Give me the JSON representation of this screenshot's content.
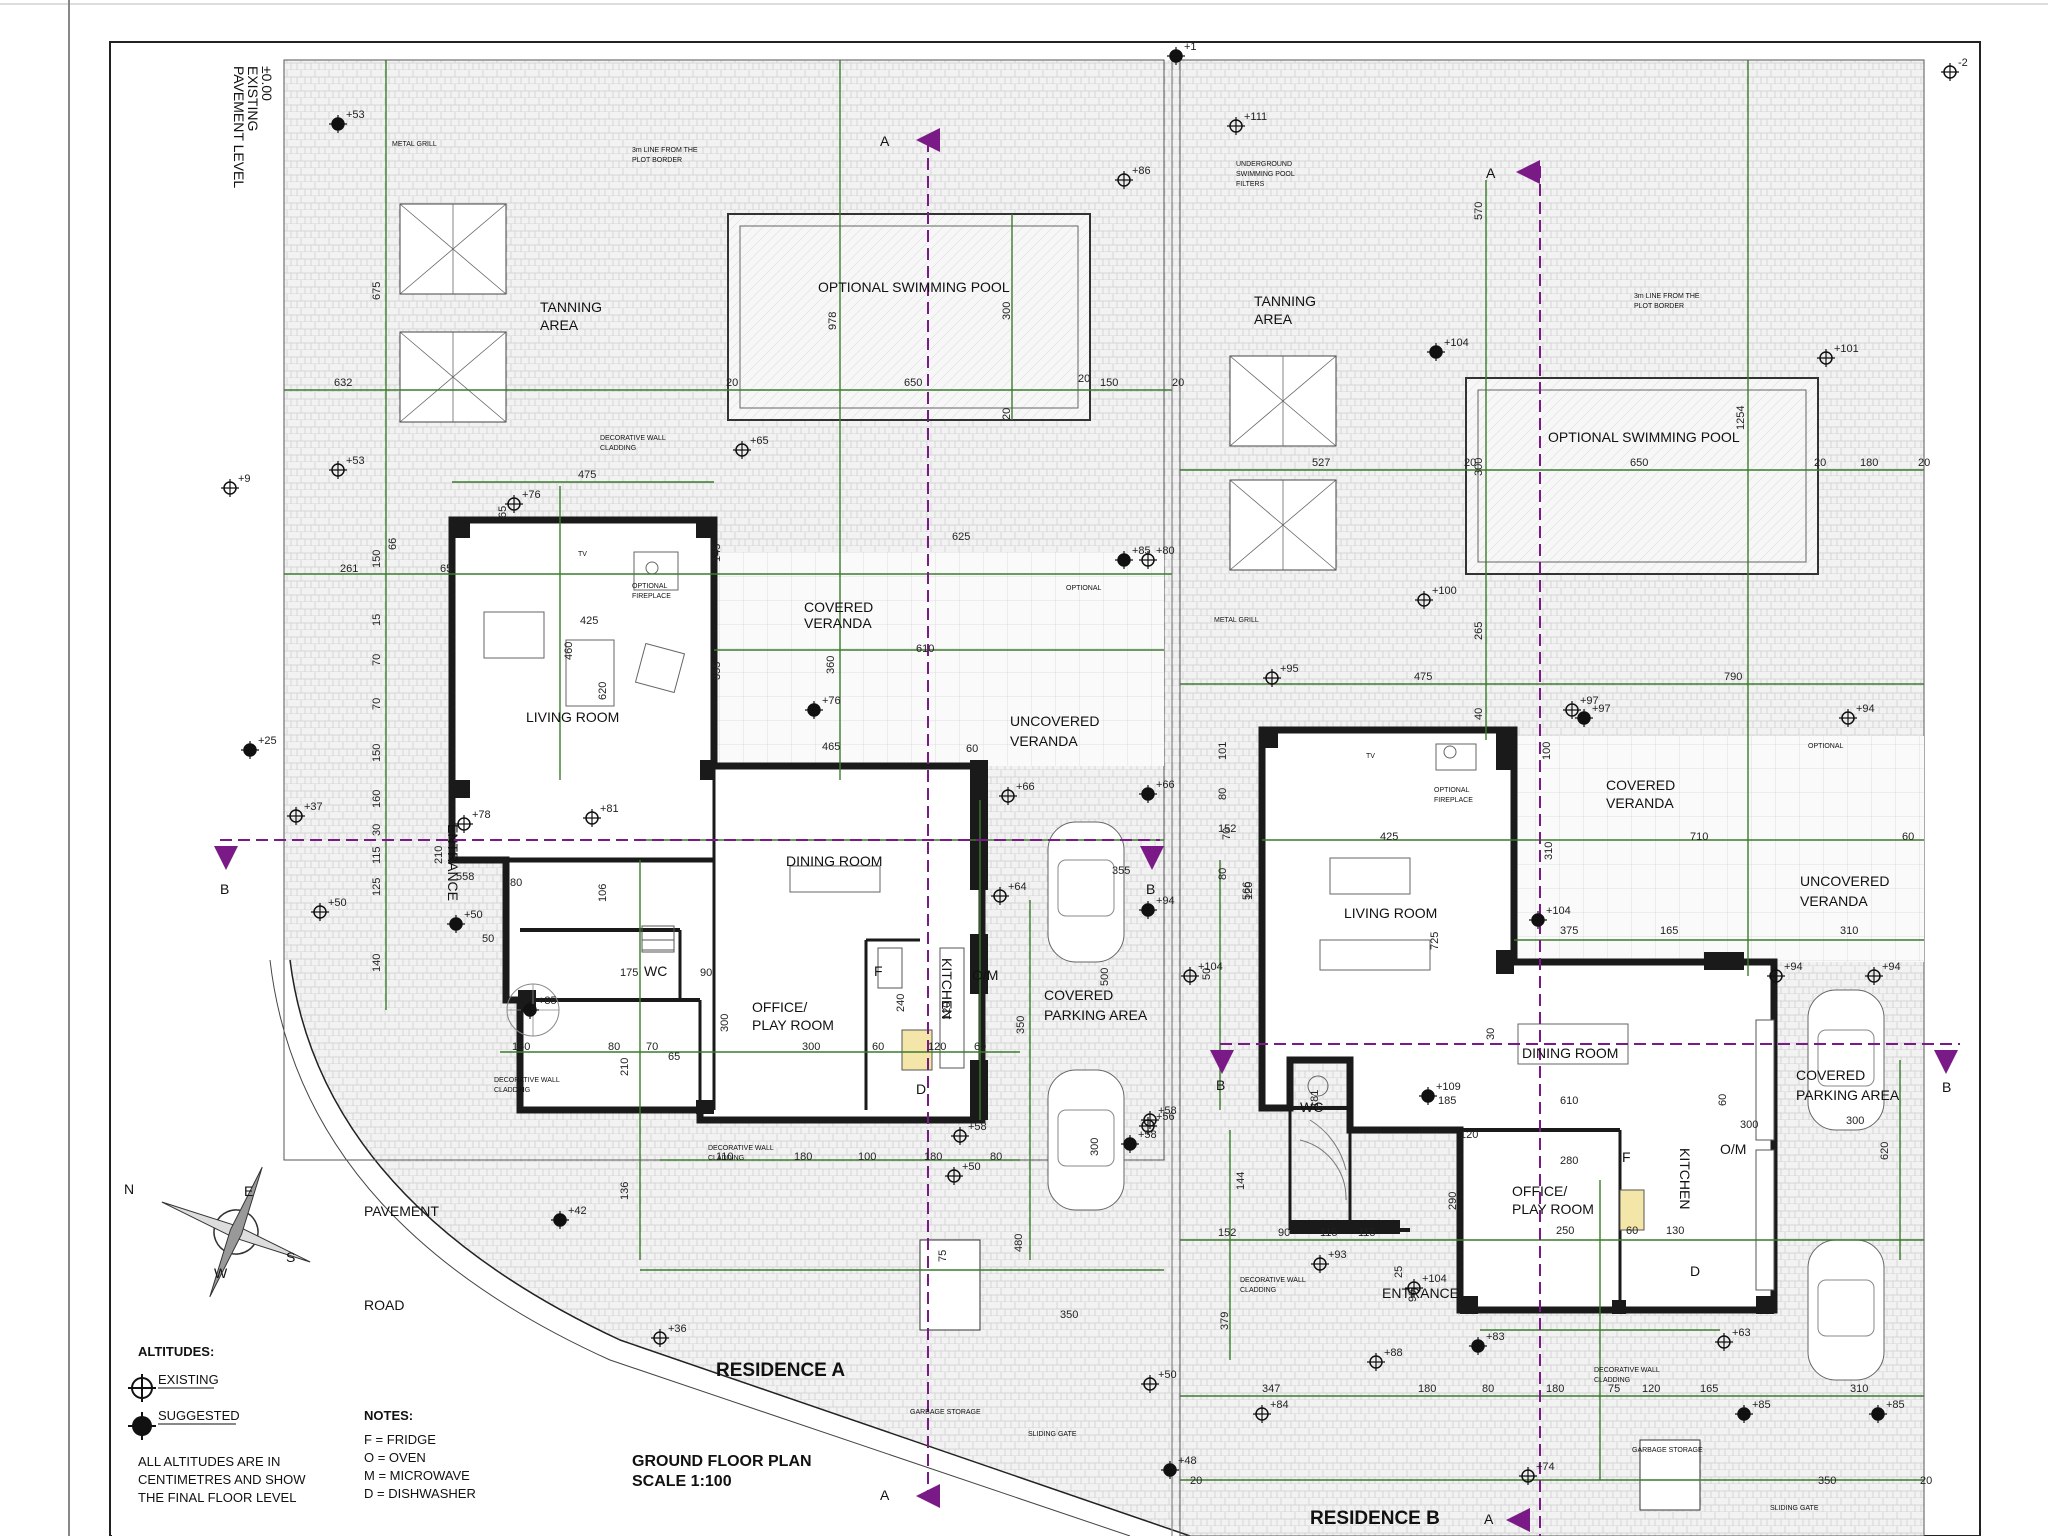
{
  "colors": {
    "dimension_line": "#3c7a2e",
    "section_marker": "#7a1a86",
    "wall": "#1a1a1a",
    "paving": "#e8e8e8",
    "fixture_accent": "#f3e6a8"
  },
  "ground_level": {
    "value": "±0.00",
    "line1": "EXISTING",
    "line2": "PAVEMENT LEVEL"
  },
  "residence_a": {
    "name": "RESIDENCE A",
    "rooms": {
      "tanning": [
        "TANNING",
        "AREA"
      ],
      "pool": "OPTIONAL SWIMMING POOL",
      "covered_veranda": [
        "COVERED",
        "VERANDA"
      ],
      "uncovered_veranda": [
        "UNCOVERED",
        "VERANDA"
      ],
      "living": "LIVING ROOM",
      "dining": "DINING ROOM",
      "office": [
        "OFFICE/",
        "PLAY ROOM"
      ],
      "kitchen": "KITCHEN",
      "wc": "WC",
      "parking": [
        "COVERED",
        "PARKING AREA"
      ],
      "entrance": "ENTRANCE"
    }
  },
  "residence_b": {
    "name": "RESIDENCE B",
    "rooms": {
      "tanning": [
        "TANNING",
        "AREA"
      ],
      "pool": "OPTIONAL SWIMMING POOL",
      "covered_veranda": [
        "COVERED",
        "VERANDA"
      ],
      "uncovered_veranda": [
        "UNCOVERED",
        "VERANDA"
      ],
      "living": "LIVING ROOM",
      "dining": "DINING ROOM",
      "office": [
        "OFFICE/",
        "PLAY ROOM"
      ],
      "kitchen": "KITCHEN",
      "wc": "WC",
      "parking": [
        "COVERED",
        "PARKING AREA"
      ],
      "entrance": "ENTRANCE"
    }
  },
  "site": {
    "pavement": "PAVEMENT",
    "road": "ROAD",
    "fixture_labels": {
      "metal_grill": "METAL GRILL",
      "plot_border": [
        "3m LINE FROM THE",
        "PLOT BORDER"
      ],
      "pool_filters": [
        "UNDERGROUND",
        "SWIMMING POOL",
        "FILTERS"
      ],
      "decorative_cladding": [
        "DECORATIVE WALL",
        "CLADDING"
      ],
      "optional_fireplace": [
        "OPTIONAL",
        "FIREPLACE"
      ],
      "optional": "OPTIONAL",
      "garbage_storage": "GARBAGE STORAGE",
      "sliding_gate": "SLIDING GATE",
      "tv": "TV"
    },
    "section_labels": {
      "a": "A",
      "b": "B"
    },
    "compass": [
      "N",
      "E",
      "S",
      "W"
    ]
  },
  "levels": {
    "a": [
      "+53",
      "+53",
      "+9",
      "+25",
      "+37",
      "+50",
      "+50",
      "+76",
      "+78",
      "+76",
      "+65",
      "+81",
      "+85",
      "+80",
      "+66",
      "+66",
      "+64",
      "+56",
      "+58",
      "+58",
      "+50",
      "+42",
      "+36"
    ],
    "mid": [
      "+1",
      "+111",
      "+86",
      "+85",
      "+95",
      "+104",
      "+94",
      "+58",
      "+50",
      "+48"
    ],
    "b": [
      "+104",
      "+101",
      "+100",
      "+97",
      "+97",
      "+94",
      "+104",
      "+94",
      "+94",
      "+109",
      "+104",
      "+93",
      "+83",
      "+88",
      "+84",
      "+85",
      "+63",
      "+74",
      "+85",
      "-2"
    ]
  },
  "dims": {
    "a": [
      "675",
      "632",
      "650",
      "150",
      "20",
      "20",
      "20",
      "978",
      "300",
      "20",
      "475",
      "65",
      "66",
      "261",
      "65",
      "150",
      "15",
      "70",
      "70",
      "150",
      "625",
      "425",
      "610",
      "460",
      "620",
      "145",
      "355",
      "360",
      "465",
      "60",
      "160",
      "355",
      "30",
      "115",
      "210",
      "80",
      "175",
      "90",
      "106",
      "125",
      "558",
      "140",
      "50",
      "150",
      "80",
      "70",
      "65",
      "210",
      "300",
      "300",
      "240",
      "60",
      "120",
      "60",
      "500",
      "350",
      "300",
      "110",
      "180",
      "100",
      "180",
      "80",
      "75",
      "480",
      "350",
      "136",
      "120",
      "120"
    ],
    "b": [
      "570",
      "1254",
      "527",
      "650",
      "20",
      "20",
      "180",
      "300",
      "20",
      "265",
      "475",
      "790",
      "40",
      "101",
      "80",
      "70",
      "152",
      "425",
      "566",
      "725",
      "100",
      "710",
      "310",
      "375",
      "165",
      "310",
      "80",
      "60",
      "610",
      "300",
      "185",
      "120",
      "280",
      "290",
      "250",
      "60",
      "130",
      "620",
      "144",
      "152",
      "90",
      "115",
      "115",
      "25",
      "90",
      "379",
      "347",
      "180",
      "80",
      "180",
      "75",
      "120",
      "165",
      "310",
      "350",
      "20",
      "20",
      "60",
      "300",
      "30",
      "181",
      "50"
    ]
  },
  "legend": {
    "title": "ALTITUDES:",
    "existing": "EXISTING",
    "suggested": "SUGGESTED",
    "note": [
      "ALL ALTITUDES ARE IN",
      "CENTIMETRES AND SHOW",
      "THE FINAL FLOOR LEVEL"
    ],
    "notes_title": "NOTES:",
    "notes": [
      "F = FRIDGE",
      "O = OVEN",
      "M = MICROWAVE",
      "D = DISHWASHER"
    ]
  },
  "title_block": {
    "title": "GROUND FLOOR PLAN",
    "scale": "SCALE 1:100"
  },
  "fixtures": {
    "f": "F",
    "om": "O/M",
    "d": "D"
  }
}
